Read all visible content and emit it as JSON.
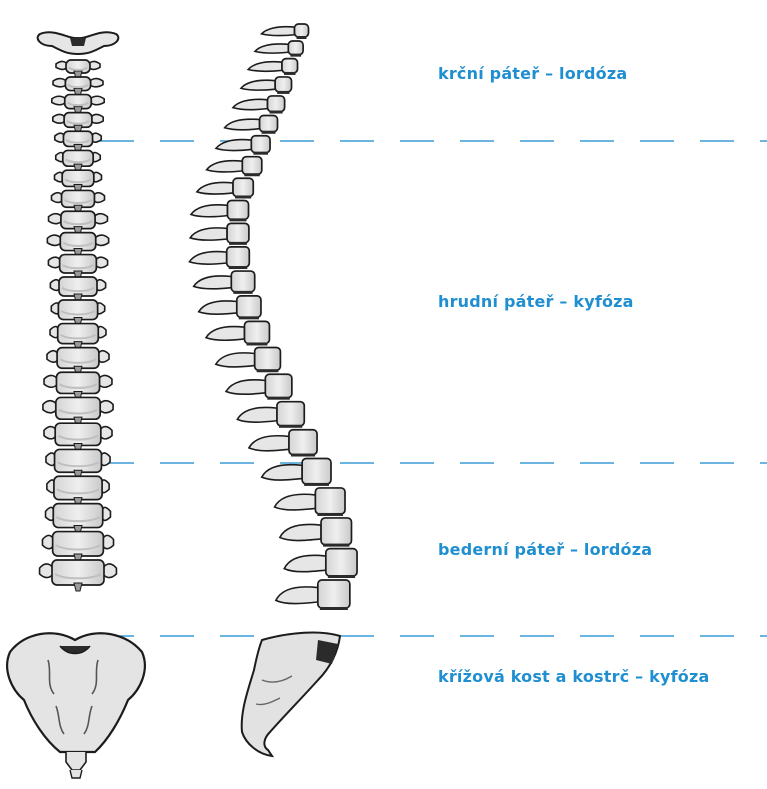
{
  "regions": [
    {
      "label": "krční páteř – lordóza"
    },
    {
      "label": "hrudní páteř – kyfóza"
    },
    {
      "label": "bederní páteř – lordóza"
    },
    {
      "label": "křížová kost a kostrč – kyfóza"
    }
  ],
  "colors": {
    "label": "#1f8fd1",
    "divider": "#3a9ad6",
    "bone_fill": "#e6e6e6",
    "bone_shade": "#bfbfbf",
    "bone_outline": "#1c1c1c",
    "disc": "#2b2b2b"
  }
}
